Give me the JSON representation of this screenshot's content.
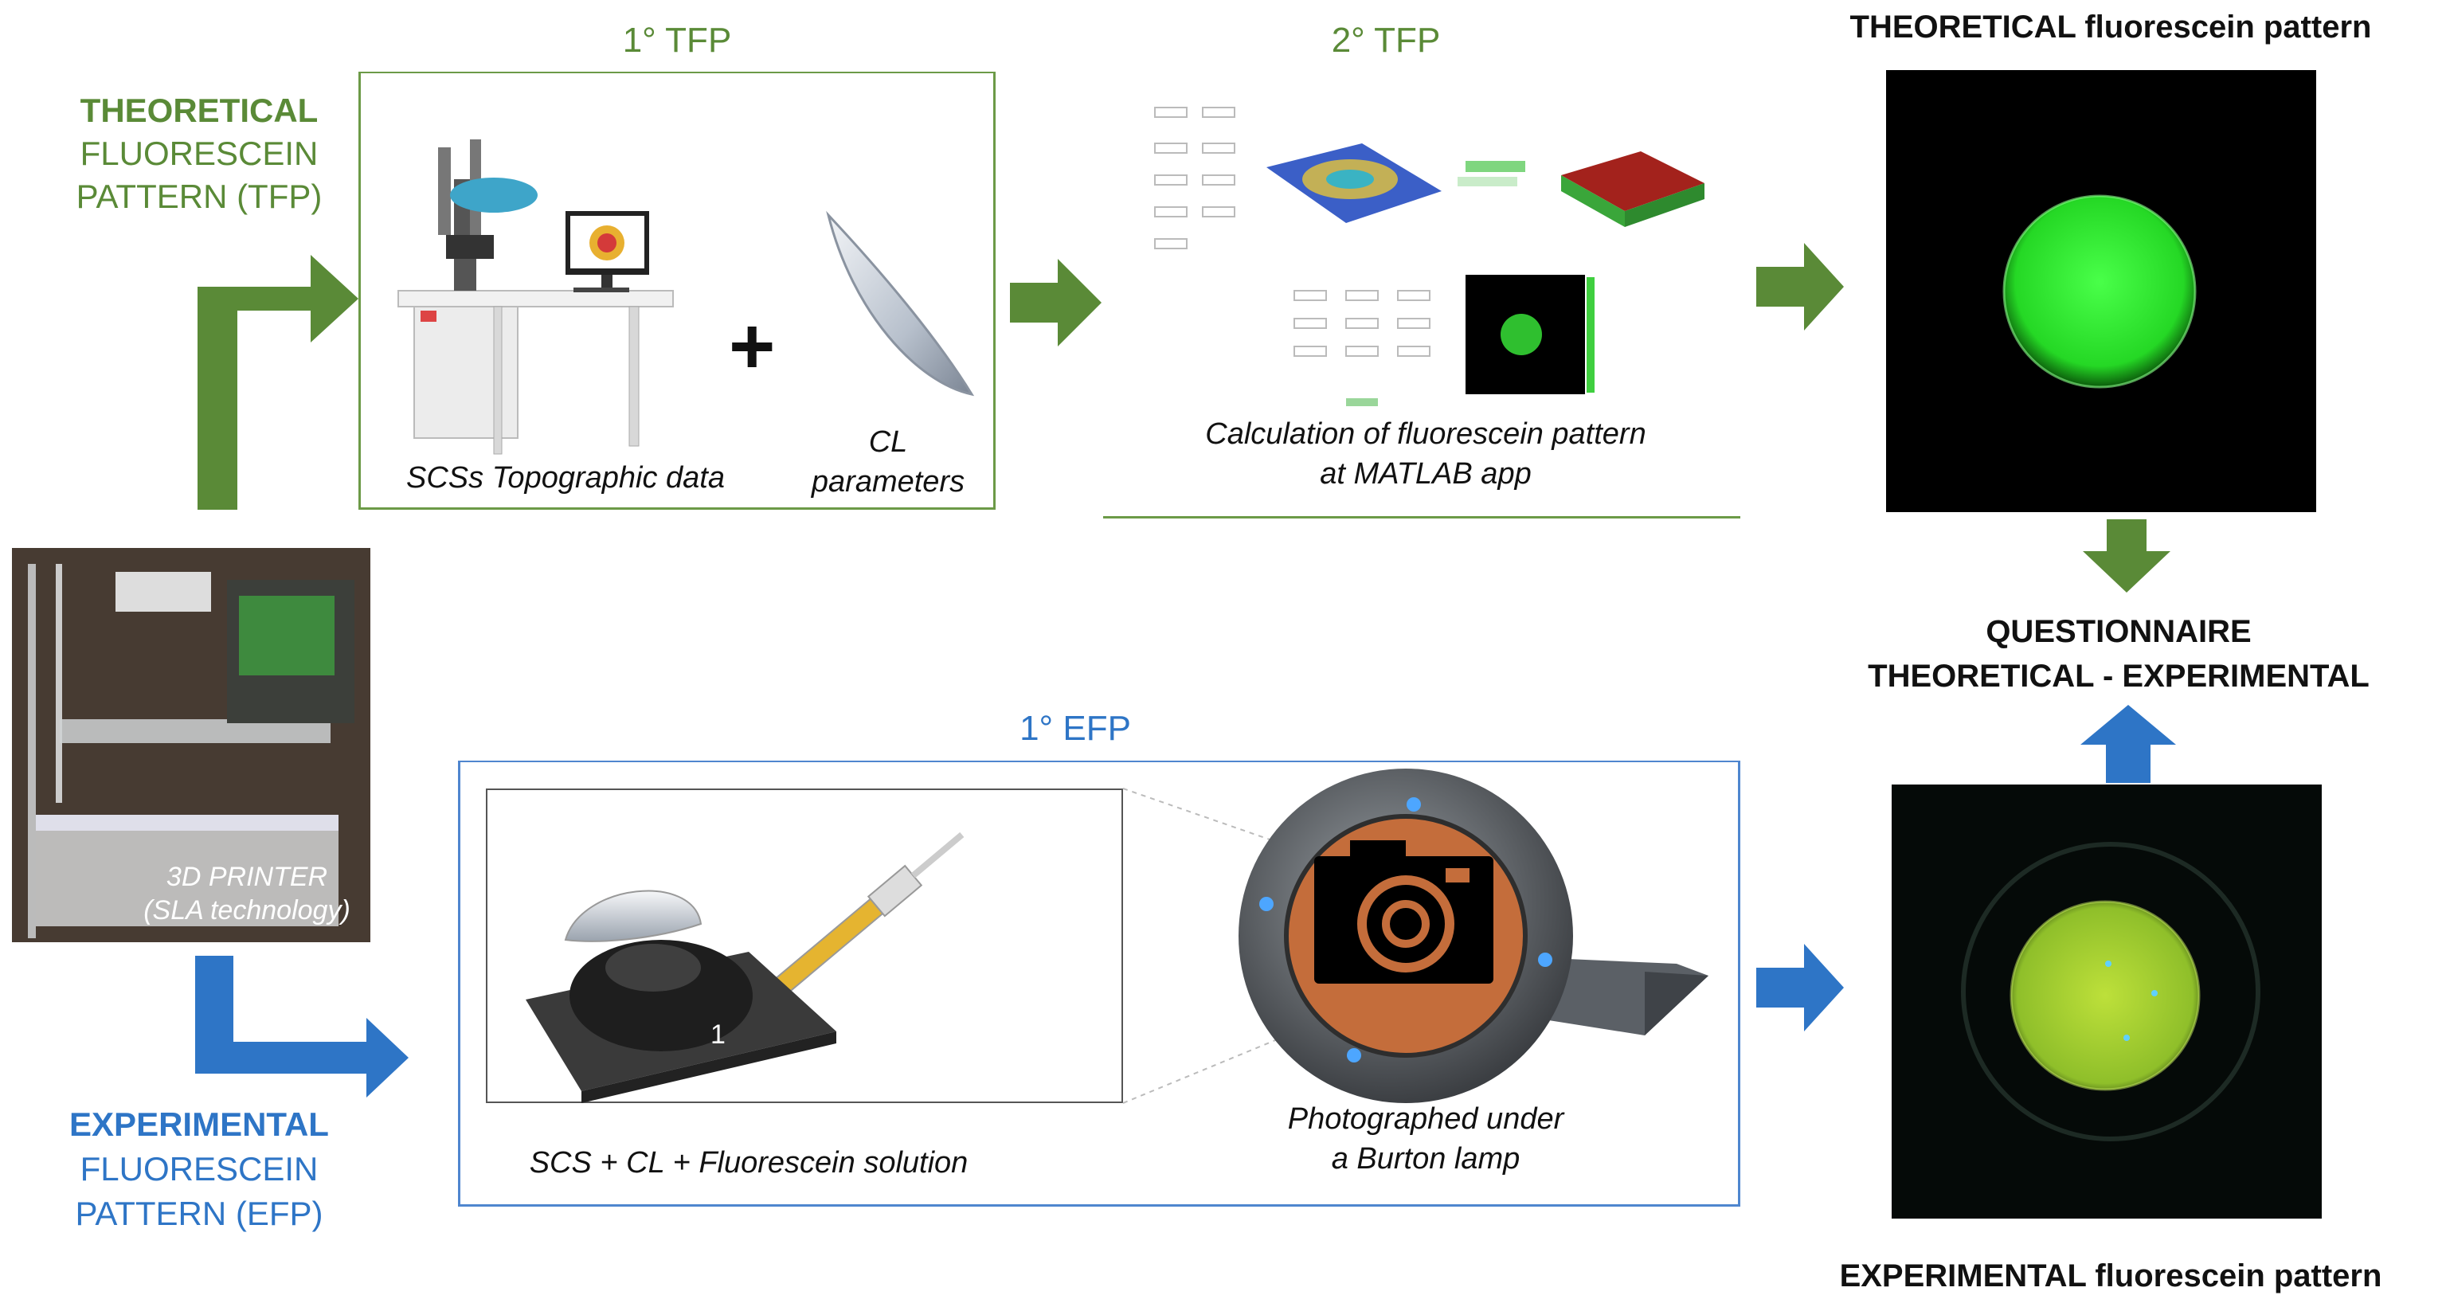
{
  "theoretical": {
    "label_strong": "THEORETICAL",
    "label_rest": [
      "FLUORESCEIN",
      "PATTERN (TFP)"
    ],
    "step1": {
      "title": "1° TFP",
      "caption_a": "SCSs Topographic data",
      "caption_b": [
        "CL",
        "parameters"
      ],
      "plus": "+"
    },
    "step2": {
      "title": "2° TFP",
      "caption": [
        "Calculation of fluorescein pattern",
        "at MATLAB app"
      ]
    },
    "result_title_strong": "THEORETICAL",
    "result_title_rest": " fluorescein pattern"
  },
  "experimental": {
    "label_strong": "EXPERIMENTAL",
    "label_rest": [
      "FLUORESCEIN",
      "PATTERN (EFP)"
    ],
    "printer_caption": [
      "3D PRINTER",
      "(SLA technology)"
    ],
    "step1": {
      "title": "1° EFP",
      "caption_a": "SCS + CL + Fluorescein solution",
      "caption_b": [
        "Photographed under",
        "a Burton lamp"
      ],
      "plate_number": "1"
    },
    "result_title_strong": "EXPERIMENTAL",
    "result_title_rest": " fluorescein pattern"
  },
  "questionnaire": {
    "line1": "QUESTIONNAIRE",
    "line2": "THEORETICAL - EXPERIMENTAL"
  },
  "colors": {
    "green": "#5a8a37",
    "blue": "#2e75c6"
  }
}
